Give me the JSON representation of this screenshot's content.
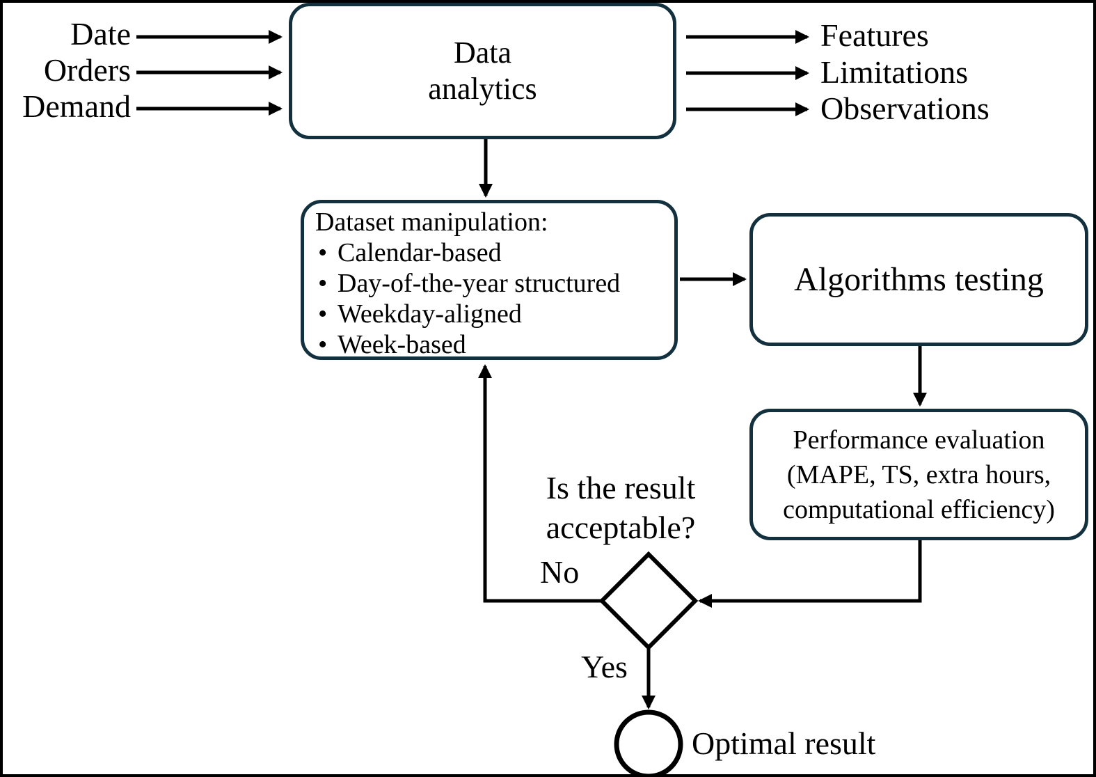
{
  "colors": {
    "box_border": "#13303f",
    "line": "#000000",
    "text": "#000000",
    "background": "#ffffff"
  },
  "inputs": [
    {
      "label": "Date"
    },
    {
      "label": "Orders"
    },
    {
      "label": "Demand"
    }
  ],
  "outputs": [
    {
      "label": "Features"
    },
    {
      "label": "Limitations"
    },
    {
      "label": "Observations"
    }
  ],
  "nodes": {
    "data_analytics": {
      "label": "Data\nanalytics"
    },
    "dataset_manipulation": {
      "title": "Dataset manipulation:",
      "bullet": "•",
      "items": [
        "Calendar-based",
        "Day-of-the-year structured",
        "Weekday-aligned",
        "Week-based"
      ]
    },
    "algorithms_testing": {
      "label": "Algorithms testing"
    },
    "performance_evaluation": {
      "label": "Performance evaluation\n(MAPE, TS, extra hours,\ncomputational efficiency)"
    },
    "decision": {
      "question": "Is the result\nacceptable?",
      "no_label": "No",
      "yes_label": "Yes"
    },
    "optimal_result": {
      "label": "Optimal result"
    }
  }
}
